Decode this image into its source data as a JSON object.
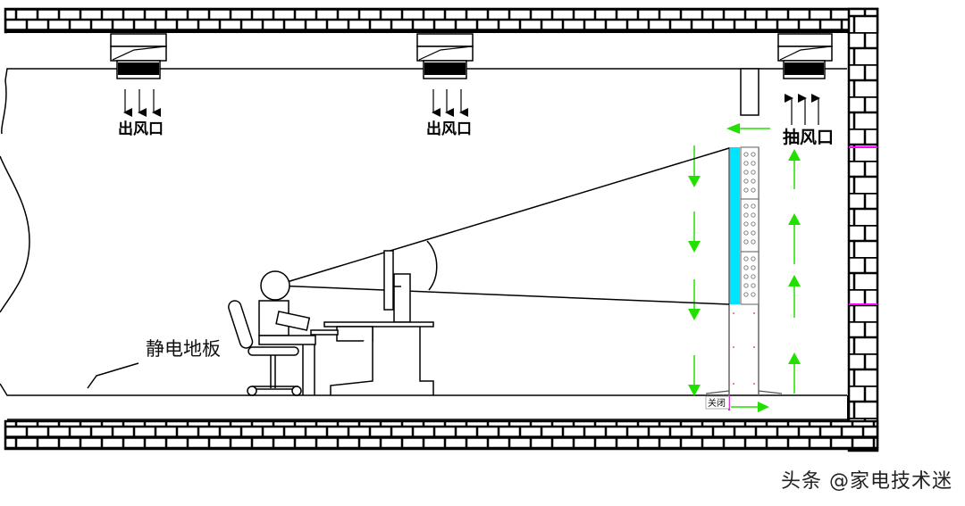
{
  "diagram": {
    "title": "机房气流组织示意图",
    "labels": {
      "supply_outlet_1": "出风口",
      "supply_outlet_2": "出风口",
      "return_inlet": "抽风口",
      "static_floor": "静电地板",
      "closed": "关闭"
    },
    "watermark": "头条 @家电技术迷",
    "colors": {
      "line": "#000000",
      "airflow": "#22e000",
      "cabinet_front": "#00e5ff",
      "marker": "#ff00ff",
      "cabinet_outline": "#777777"
    },
    "components": [
      {
        "id": "supply-vent-left",
        "type": "ceiling-vent",
        "airflow": "down"
      },
      {
        "id": "supply-vent-middle",
        "type": "ceiling-vent",
        "airflow": "down"
      },
      {
        "id": "return-vent-right",
        "type": "ceiling-vent",
        "airflow": "up"
      },
      {
        "id": "operator",
        "type": "person-seated"
      },
      {
        "id": "desk",
        "type": "workstation-desk"
      },
      {
        "id": "monitor",
        "type": "display"
      },
      {
        "id": "server-rack",
        "type": "cabinet",
        "front_panel": "cyan",
        "sections": 3
      },
      {
        "id": "ceiling-duct",
        "type": "duct-drop"
      }
    ],
    "airflow_arrows": {
      "cold_aisle_down": 4,
      "hot_aisle_up": 4,
      "top_leftward": 1,
      "floor_rightward": 1
    }
  }
}
